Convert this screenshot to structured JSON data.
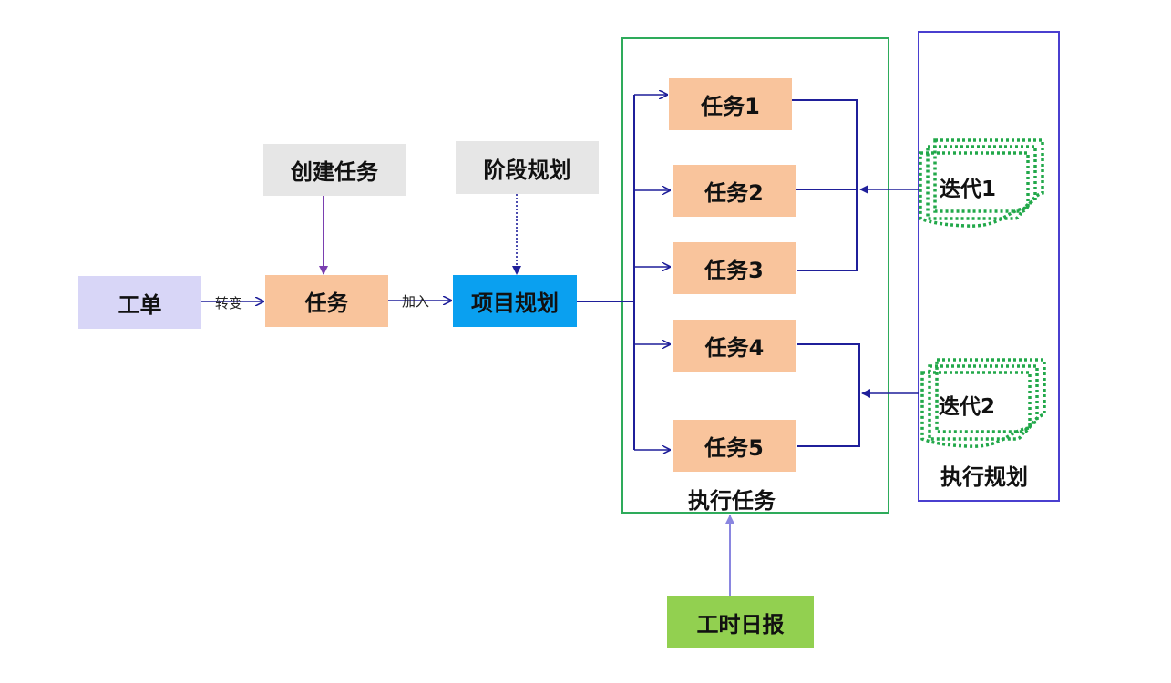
{
  "nodes": {
    "work_order": "工单",
    "create_task": "创建任务",
    "task": "任务",
    "stage_plan": "阶段规划",
    "project_plan": "项目规划",
    "task1": "任务1",
    "task2": "任务2",
    "task3": "任务3",
    "task4": "任务4",
    "task5": "任务5",
    "work_report": "工时日报"
  },
  "edge_labels": {
    "convert": "转变",
    "join": "加入"
  },
  "groups": {
    "execute_tasks": "执行任务",
    "execute_plan": "执行规划"
  },
  "iterations": {
    "iter1": "迭代1",
    "iter2": "迭代2"
  },
  "colors": {
    "work_order": "#d8d6f7",
    "gray": "#e6e6e6",
    "task": "#f9c49c",
    "project": "#0aa0f0",
    "report": "#92d050",
    "frame_green": "#2eab5b",
    "frame_purple": "#4a3fcf",
    "arrow_navy": "#1f1f9a",
    "arrow_purple": "#7a3fb0"
  }
}
